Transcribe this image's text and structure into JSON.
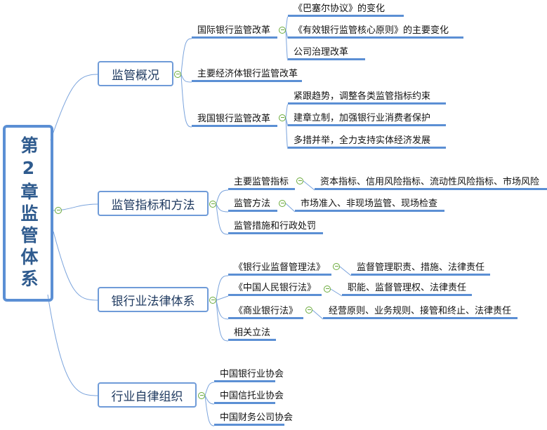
{
  "root": {
    "title": "第2章监管体系"
  },
  "branches": [
    {
      "label": "监管概况",
      "children": [
        {
          "label": "国际银行监管改革",
          "children": [
            "《巴塞尔协议》的变化",
            "《有效银行监管核心原则》的主要变化",
            "公司治理改革"
          ]
        },
        {
          "label": "主要经济体银行监管改革"
        },
        {
          "label": "我国银行监管改革",
          "children": [
            "紧跟趋势，调整各类监管指标约束",
            "建章立制，加强银行业消费者保护",
            "多措并举，全力支持实体经济发展"
          ]
        }
      ]
    },
    {
      "label": "监管指标和方法",
      "children": [
        {
          "label": "主要监管指标",
          "detail": "资本指标、信用风险指标、流动性风险指标、市场风险"
        },
        {
          "label": "监管方法",
          "detail": "市场准入、非现场监管、现场检查"
        },
        {
          "label": "监管措施和行政处罚"
        }
      ]
    },
    {
      "label": "银行业法律体系",
      "children": [
        {
          "label": "《银行业监督管理法》",
          "detail": "监督管理职责、措施、法律责任"
        },
        {
          "label": "《中国人民银行法》",
          "detail": "职能、监督管理权、法律责任"
        },
        {
          "label": "《商业银行法》",
          "detail": "经营原则、业务规则、接管和终止、法律责任"
        },
        {
          "label": "相关立法"
        }
      ]
    },
    {
      "label": "行业自律组织",
      "children": [
        {
          "label": "中国银行业协会"
        },
        {
          "label": "中国信托业协会"
        },
        {
          "label": "中国财务公司协会"
        }
      ]
    }
  ],
  "colors": {
    "line": "#5b8fd4",
    "collapse": "#6aaa3a",
    "root_text": "#2f5b8e"
  }
}
